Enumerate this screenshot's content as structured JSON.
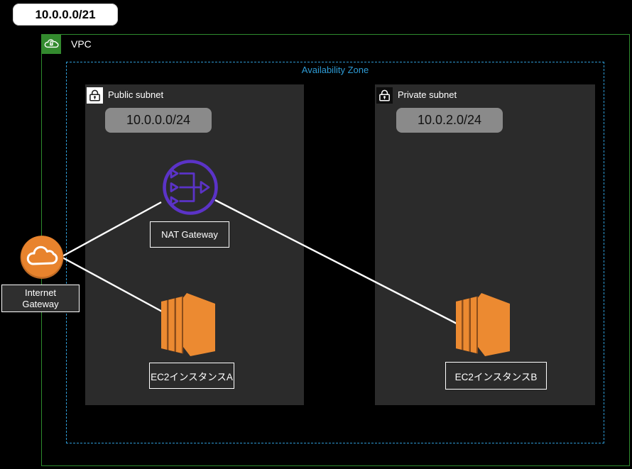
{
  "title_badge": {
    "cidr": "10.0.0.0/21"
  },
  "vpc": {
    "label": "VPC"
  },
  "availability_zone": {
    "label": "Availability Zone"
  },
  "subnets": [
    {
      "name": "public",
      "label": "Public subnet",
      "cidr": "10.0.0.0/24",
      "lock_icon": "unlocked-padlock-icon"
    },
    {
      "name": "private",
      "label": "Private subnet",
      "cidr": "10.0.2.0/24",
      "lock_icon": "locked-padlock-icon"
    }
  ],
  "nodes": {
    "internet_gateway": {
      "label": "Internet Gateway",
      "icon": "internet-gateway-cloud-icon"
    },
    "nat_gateway": {
      "label": "NAT Gateway",
      "icon": "nat-gateway-icon"
    },
    "ec2_a": {
      "label": "EC2インスタンスA",
      "icon": "ec2-instance-icon"
    },
    "ec2_b": {
      "label": "EC2インスタンスB",
      "icon": "ec2-instance-icon"
    }
  },
  "connections": [
    {
      "from": "internet_gateway",
      "to": "nat_gateway"
    },
    {
      "from": "internet_gateway",
      "to": "ec2_a"
    },
    {
      "from": "nat_gateway",
      "to": "ec2_b"
    }
  ],
  "colors": {
    "background": "#000000",
    "vpc_green": "#2E8B2E",
    "vpc_icon_green": "#338A2E",
    "az_blue": "#2E9BD5",
    "subnet_bg": "#2B2B2B",
    "cidr_pill_bg": "#8A8A8A",
    "nat_purple": "#5B33C7",
    "ec2_orange": "#EC8A31",
    "ec2_orange_dark": "#8C4D1B",
    "igw_orange": "#E8832D",
    "igw_orange_rim": "#BF6A24",
    "connector": "#FFFFFF"
  }
}
